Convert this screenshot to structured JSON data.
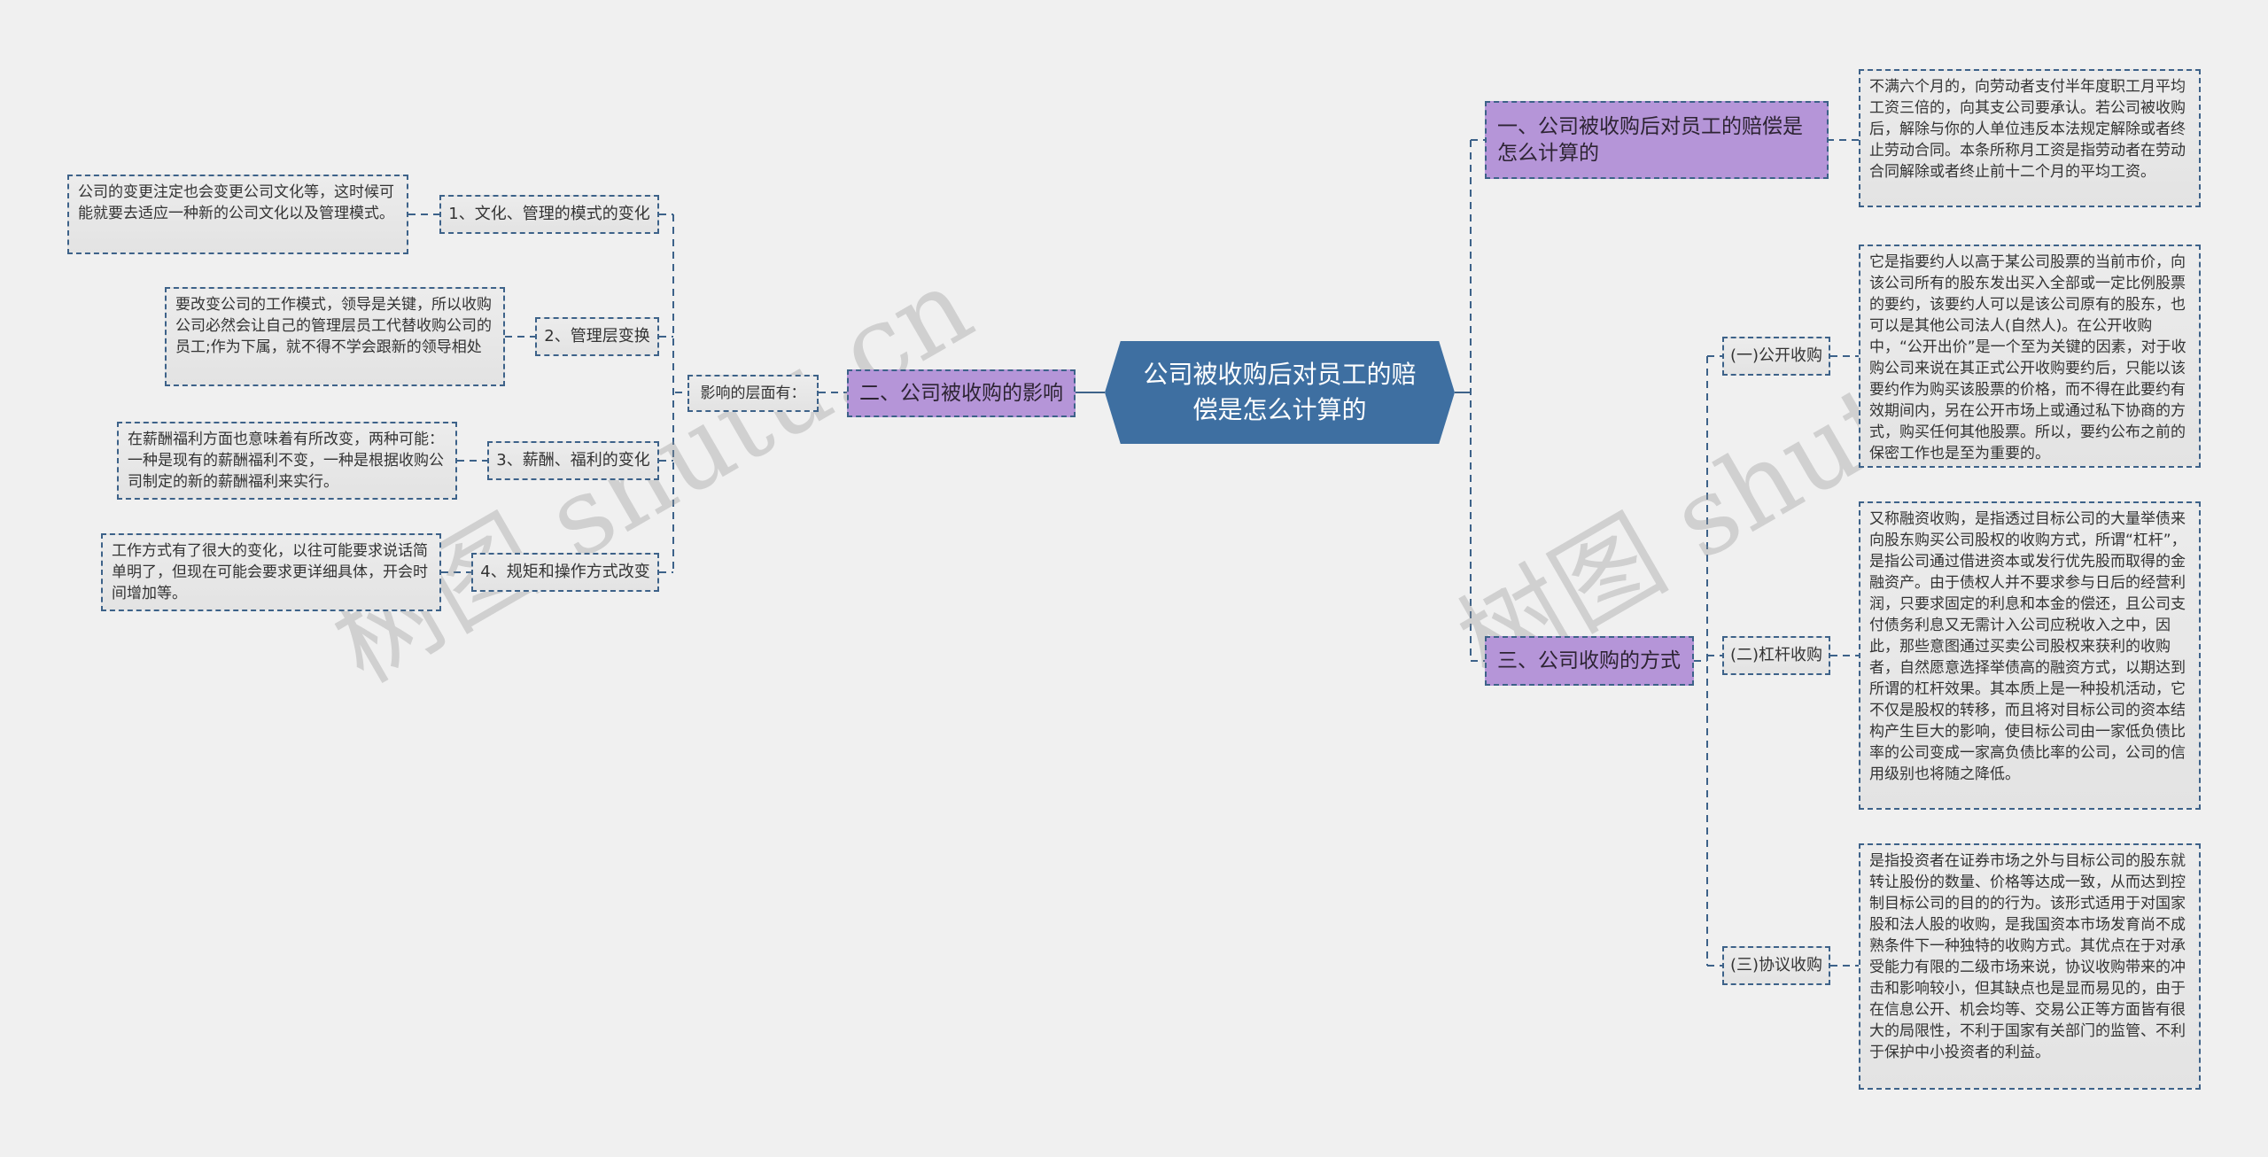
{
  "root": {
    "title": "公司被收购后对员工的赔偿是怎么计算的"
  },
  "branches": {
    "b1": {
      "label": "一、公司被收购后对员工的赔偿是怎么计算的",
      "detail": "不满六个月的，向劳动者支付半年度职工月平均工资三倍的，向其支公司要承认。若公司被收购后，解除与你的人单位违反本法规定解除或者终止劳动合同。本条所称月工资是指劳动者在劳动合同解除或者终止前十二个月的平均工资。"
    },
    "b2": {
      "label": "二、公司被收购的影响",
      "sub_label": "影响的层面有：",
      "items": [
        {
          "label": "1、文化、管理的模式的变化",
          "detail": "公司的变更注定也会变更公司文化等，这时候可能就要去适应一种新的公司文化以及管理模式。"
        },
        {
          "label": "2、管理层变换",
          "detail": "要改变公司的工作模式，领导是关键，所以收购公司必然会让自己的管理层员工代替收购公司的员工;作为下属，就不得不学会跟新的领导相处"
        },
        {
          "label": "3、薪酬、福利的变化",
          "detail": "在薪酬福利方面也意味着有所改变，两种可能：一种是现有的薪酬福利不变，一种是根据收购公司制定的新的薪酬福利来实行。"
        },
        {
          "label": "4、规矩和操作方式改变",
          "detail": "工作方式有了很大的变化，以往可能要求说话简单明了，但现在可能会要求更详细具体，开会时间增加等。"
        }
      ]
    },
    "b3": {
      "label": "三、公司收购的方式",
      "items": [
        {
          "label": "(一)公开收购",
          "detail": "它是指要约人以高于某公司股票的当前市价，向该公司所有的股东发出买入全部或一定比例股票的要约，该要约人可以是该公司原有的股东，也可以是其他公司法人(自然人)。在公开收购中，“公开出价”是一个至为关键的因素，对于收购公司来说在其正式公开收购要约后，只能以该要约作为购买该股票的价格，而不得在此要约有效期间内，另在公开市场上或通过私下协商的方式，购买任何其他股票。所以，要约公布之前的保密工作也是至为重要的。"
        },
        {
          "label": "(二)杠杆收购",
          "detail": "又称融资收购，是指透过目标公司的大量举债来向股东购买公司股权的收购方式，所谓“杠杆”，是指公司通过借进资本或发行优先股而取得的金融资产。由于债权人并不要求参与日后的经营利润，只要求固定的利息和本金的偿还，且公司支付债务利息又无需计入公司应税收入之中，因此，那些意图通过买卖公司股权来获利的收购者，自然愿意选择举债高的融资方式，以期达到所谓的杠杆效果。其本质上是一种投机活动，它不仅是股权的转移，而且将对目标公司的资本结构产生巨大的影响，使目标公司由一家低负债比率的公司变成一家高负债比率的公司，公司的信用级别也将随之降低。"
        },
        {
          "label": "(三)协议收购",
          "detail": "是指投资者在证券市场之外与目标公司的股东就转让股份的数量、价格等达成一致，从而达到控制目标公司的目的的行为。该形式适用于对国家股和法人股的收购，是我国资本市场发育尚不成熟条件下一种独特的收购方式。其优点在于对承受能力有限的二级市场来说，协议收购带来的冲击和影响较小，但其缺点也是显而易见的，由于在信息公开、机会均等、交易公正等方面皆有很大的局限性，不利于国家有关部门的监管、不利于保护中小投资者的利益。"
        }
      ]
    }
  },
  "watermark": {
    "left": "树图 shutu.cn",
    "right": "树图 shutu.cn"
  },
  "colors": {
    "root": "#3e6fa1",
    "branch": "#b595d8",
    "line": "#3d6289",
    "background": "#f0f0f0"
  }
}
